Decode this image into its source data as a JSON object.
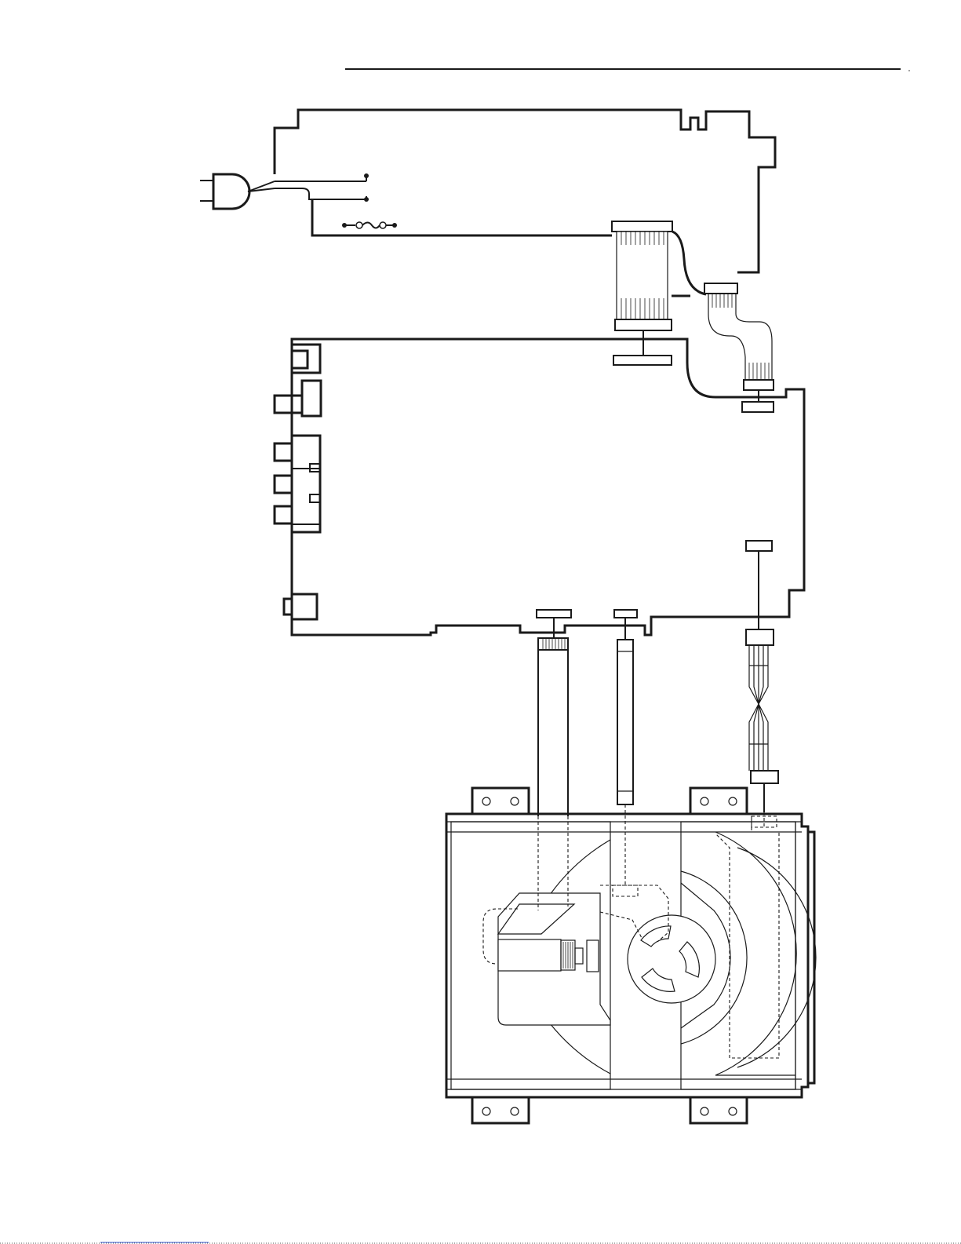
{
  "page": {
    "background": "#ffffff",
    "line_color": "#1a1a1a"
  },
  "diagram": {
    "subject": "wiring diagram",
    "components": [
      {
        "name": "power-board",
        "icon": "circuit-board-outline"
      },
      {
        "name": "ac-plug",
        "icon": "two-prong-plug-icon"
      },
      {
        "name": "fuse",
        "icon": "fuse-symbol"
      },
      {
        "name": "main-board",
        "icon": "circuit-board-outline"
      },
      {
        "name": "flat-cable-1",
        "icon": "ribbon-cable"
      },
      {
        "name": "flat-cable-2",
        "icon": "ribbon-cable"
      },
      {
        "name": "wire-harness",
        "icon": "twisted-wire-harness"
      },
      {
        "name": "cd-mechanism",
        "icon": "cd-loader-mechanism"
      }
    ]
  }
}
